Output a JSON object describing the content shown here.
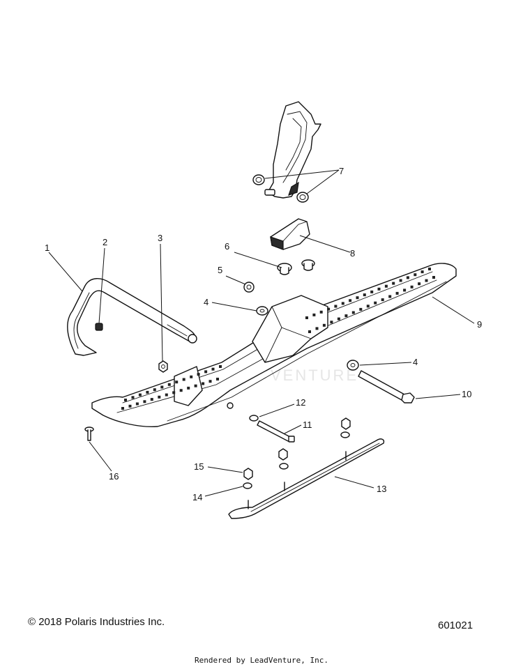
{
  "diagram": {
    "callouts": [
      "1",
      "2",
      "3",
      "4",
      "5",
      "6",
      "7",
      "8",
      "9",
      "4",
      "10",
      "12",
      "11",
      "16",
      "15",
      "14",
      "13"
    ],
    "watermark_text": "VENTURE"
  },
  "footer": {
    "copyright": "© 2018 Polaris Industries Inc.",
    "figure_number": "601021",
    "render_credit": "Rendered by LeadVenture, Inc."
  }
}
